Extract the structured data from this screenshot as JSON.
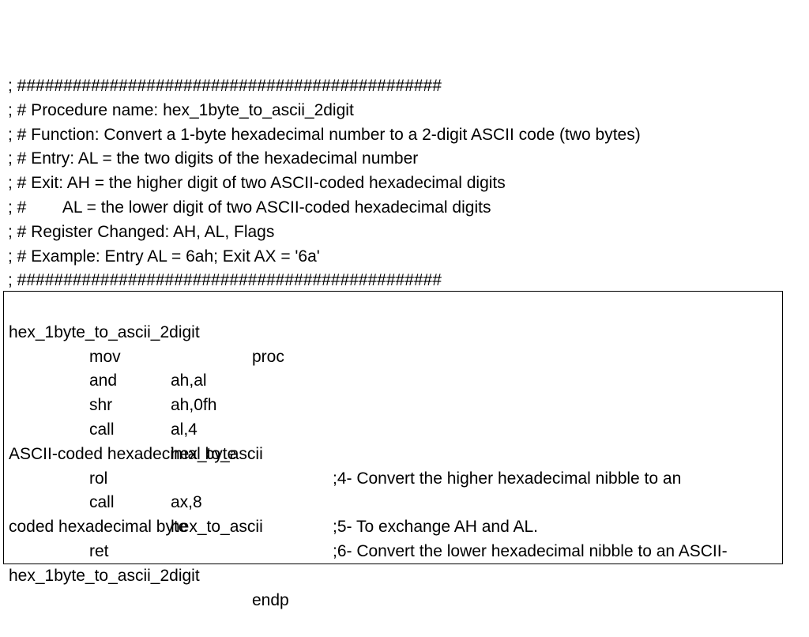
{
  "header": {
    "lines": [
      "; ##############################################",
      "; # Procedure name: hex_1byte_to_ascii_2digit",
      "; # Function: Convert a 1-byte hexadecimal number to a 2-digit ASCII code (two bytes)",
      "; # Entry: AL = the two digits of the hexadecimal number",
      "; # Exit: AH = the higher digit of two ASCII-coded hexadecimal digits",
      "; #        AL = the lower digit of two ASCII-coded hexadecimal digits",
      "; # Register Changed: AH, AL, Flags",
      "; # Example: Entry AL = 6ah; Exit AX = '6a'",
      "; ##############################################"
    ]
  },
  "code": {
    "proc_label": "hex_1byte_to_ascii_2digit",
    "proc_keyword": "proc",
    "instructions": [
      {
        "op": "mov",
        "arg": "ah,al",
        "comment": ""
      },
      {
        "op": "and",
        "arg": "ah,0fh",
        "comment": ""
      },
      {
        "op": "shr",
        "arg": "al,4",
        "comment": ""
      },
      {
        "op": "call",
        "arg": "hex_to_ascii",
        "comment": ";4- Convert the higher hexadecimal nibble to an",
        "wrap": "ASCII-coded hexadecimal byte"
      },
      {
        "op": "rol",
        "arg": "ax,8",
        "comment": ";5- To exchange AH and AL."
      },
      {
        "op": "call",
        "arg": "hex_to_ascii",
        "comment": ";6- Convert the lower hexadecimal nibble to an ASCII-",
        "wrap": "coded hexadecimal byte"
      },
      {
        "op": "ret",
        "arg": "",
        "comment": ""
      }
    ],
    "end_label": "hex_1byte_to_ascii_2digit",
    "end_keyword": "endp"
  }
}
